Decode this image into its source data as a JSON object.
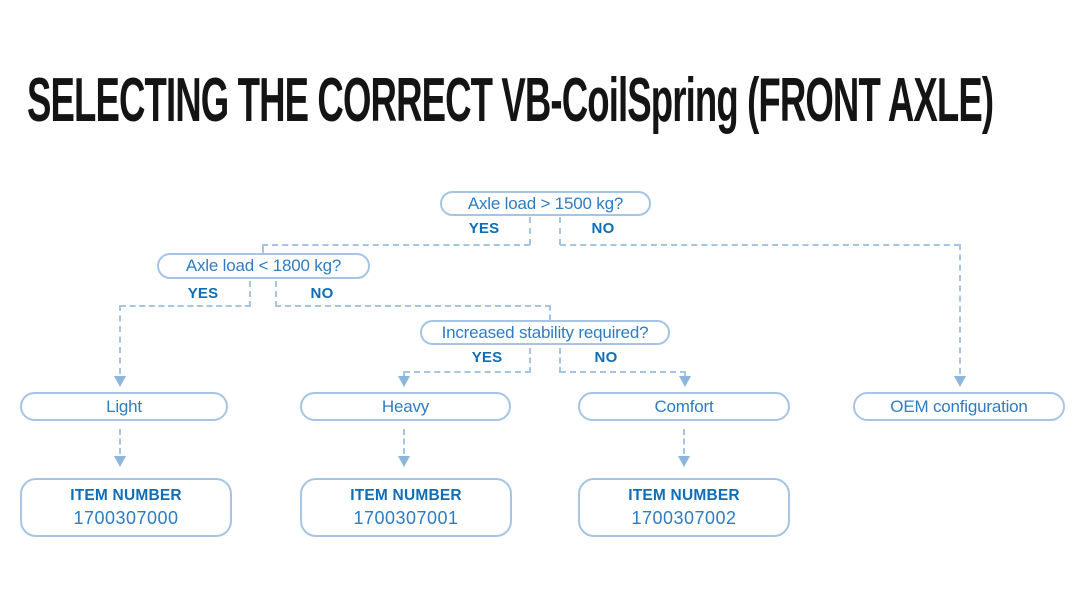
{
  "title": "SELECTING THE CORRECT VB-CoilSpring (FRONT AXLE)",
  "colors": {
    "title_text": "#141414",
    "line_light": "#a6c5e4",
    "arrow": "#8cb6dc",
    "text_mid": "#2e7cc1",
    "text_dark": "#0f6eb7",
    "background": "#ffffff"
  },
  "flowchart": {
    "decisions": [
      {
        "question": "Axle load > 1500 kg?",
        "yes": "YES",
        "no": "NO"
      },
      {
        "question": "Axle load < 1800 kg?",
        "yes": "YES",
        "no": "NO"
      },
      {
        "question": "Increased stability required?",
        "yes": "YES",
        "no": "NO"
      }
    ],
    "results": [
      {
        "label": "Light"
      },
      {
        "label": "Heavy"
      },
      {
        "label": "Comfort"
      },
      {
        "label": "OEM configuration"
      }
    ],
    "items": [
      {
        "heading": "ITEM NUMBER",
        "number": "1700307000"
      },
      {
        "heading": "ITEM NUMBER",
        "number": "1700307001"
      },
      {
        "heading": "ITEM NUMBER",
        "number": "1700307002"
      }
    ]
  }
}
